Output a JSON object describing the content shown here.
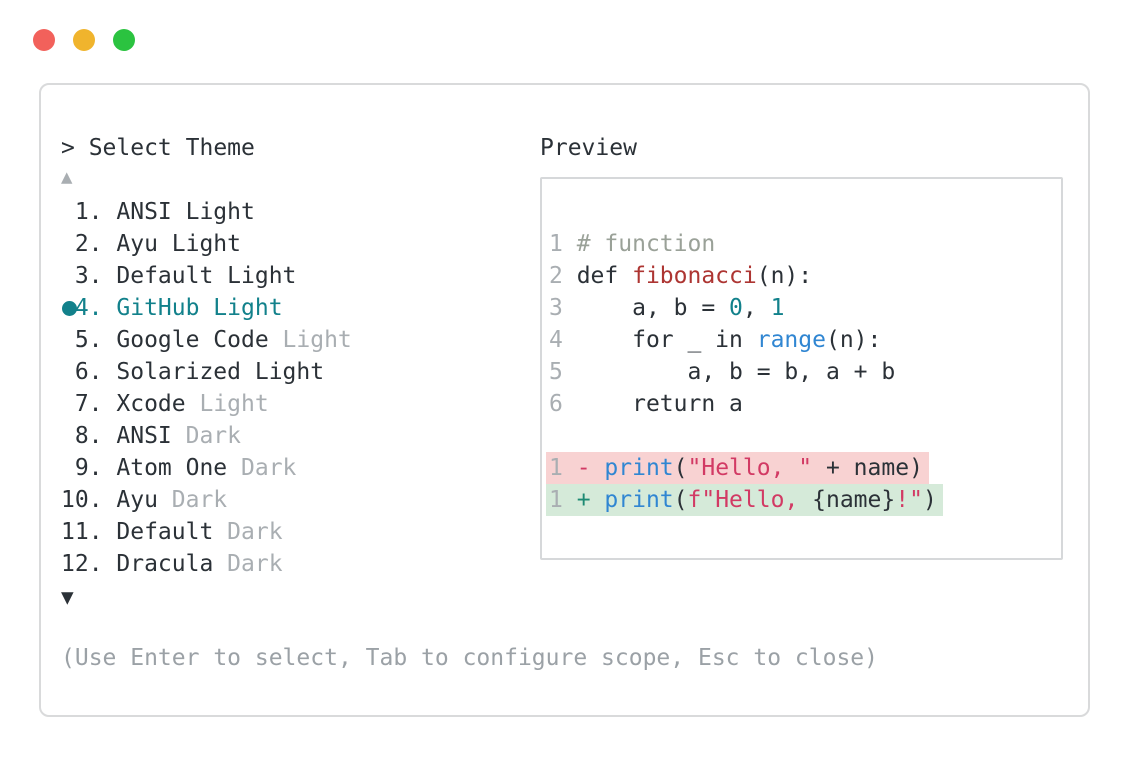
{
  "palette": {
    "dark": "#2b3137",
    "muted": "#a9aeb2",
    "grayhint": "#9ba1a6",
    "linenum": "#a9aeb2",
    "comment": "#9aa198",
    "teal": "#12818b",
    "plus": "#1d8a73",
    "blue": "#3086d2",
    "funcred": "#ad3532",
    "string": "#d23a64",
    "removedbg": "#f8d2d2",
    "addedbg": "#d5ead9",
    "border": "#d9dadb",
    "border2": "#d6d8da"
  },
  "window": {
    "traffic_lights": [
      {
        "name": "close",
        "color": "#f2615b"
      },
      {
        "name": "minimize",
        "color": "#f0b42d"
      },
      {
        "name": "zoom",
        "color": "#2bc340"
      }
    ]
  },
  "theme_picker": {
    "header": "> Select Theme",
    "scroll_up_indicator": "▲",
    "scroll_down_indicator": "▼",
    "hint": "(Use Enter to select, Tab to configure scope, Esc to close)",
    "items": [
      {
        "number": "1.",
        "main": "ANSI Light",
        "muted": "",
        "selected": false
      },
      {
        "number": "2.",
        "main": "Ayu Light",
        "muted": "",
        "selected": false
      },
      {
        "number": "3.",
        "main": "Default Light",
        "muted": "",
        "selected": false
      },
      {
        "number": "4.",
        "main": "GitHub Light",
        "muted": "",
        "selected": true
      },
      {
        "number": "5.",
        "main": "Google Code",
        "muted": "Light",
        "selected": false
      },
      {
        "number": "6.",
        "main": "Solarized Light",
        "muted": "",
        "selected": false
      },
      {
        "number": "7.",
        "main": "Xcode",
        "muted": "Light",
        "selected": false
      },
      {
        "number": "8.",
        "main": "ANSI",
        "muted": "Dark",
        "selected": false
      },
      {
        "number": "9.",
        "main": "Atom One",
        "muted": "Dark",
        "selected": false
      },
      {
        "number": "10.",
        "main": "Ayu",
        "muted": "Dark",
        "selected": false
      },
      {
        "number": "11.",
        "main": "Default",
        "muted": "Dark",
        "selected": false
      },
      {
        "number": "12.",
        "main": "Dracula",
        "muted": "Dark",
        "selected": false
      }
    ]
  },
  "preview": {
    "label": "Preview",
    "code_lines": [
      {
        "num": "1",
        "bg": "",
        "tokens": [
          {
            "t": "# function",
            "c": "comment"
          }
        ]
      },
      {
        "num": "2",
        "bg": "",
        "tokens": [
          {
            "t": "def ",
            "c": "plain"
          },
          {
            "t": "fibonacci",
            "c": "funcname"
          },
          {
            "t": "(n):",
            "c": "plain"
          }
        ]
      },
      {
        "num": "3",
        "bg": "",
        "tokens": [
          {
            "t": "    a, b = ",
            "c": "plain"
          },
          {
            "t": "0",
            "c": "number"
          },
          {
            "t": ", ",
            "c": "plain"
          },
          {
            "t": "1",
            "c": "number"
          }
        ]
      },
      {
        "num": "4",
        "bg": "",
        "tokens": [
          {
            "t": "    for _ in ",
            "c": "plain"
          },
          {
            "t": "range",
            "c": "builtin"
          },
          {
            "t": "(n):",
            "c": "plain"
          }
        ]
      },
      {
        "num": "5",
        "bg": "",
        "tokens": [
          {
            "t": "        a, b = b, a + b",
            "c": "plain"
          }
        ]
      },
      {
        "num": "6",
        "bg": "",
        "tokens": [
          {
            "t": "    return a",
            "c": "plain"
          }
        ]
      },
      {
        "num": "",
        "bg": "",
        "tokens": []
      },
      {
        "num": "1",
        "bg": "removed",
        "tokens": [
          {
            "t": "- ",
            "c": "diffminus"
          },
          {
            "t": "print",
            "c": "builtin"
          },
          {
            "t": "(",
            "c": "plain"
          },
          {
            "t": "\"Hello, \"",
            "c": "string"
          },
          {
            "t": " + name)",
            "c": "plain"
          }
        ]
      },
      {
        "num": "1",
        "bg": "added",
        "tokens": [
          {
            "t": "+ ",
            "c": "diffplus"
          },
          {
            "t": "print",
            "c": "builtin"
          },
          {
            "t": "(",
            "c": "plain"
          },
          {
            "t": "f\"Hello, ",
            "c": "string"
          },
          {
            "t": "{name}",
            "c": "plain"
          },
          {
            "t": "!\"",
            "c": "string"
          },
          {
            "t": ")",
            "c": "plain"
          }
        ]
      }
    ]
  }
}
